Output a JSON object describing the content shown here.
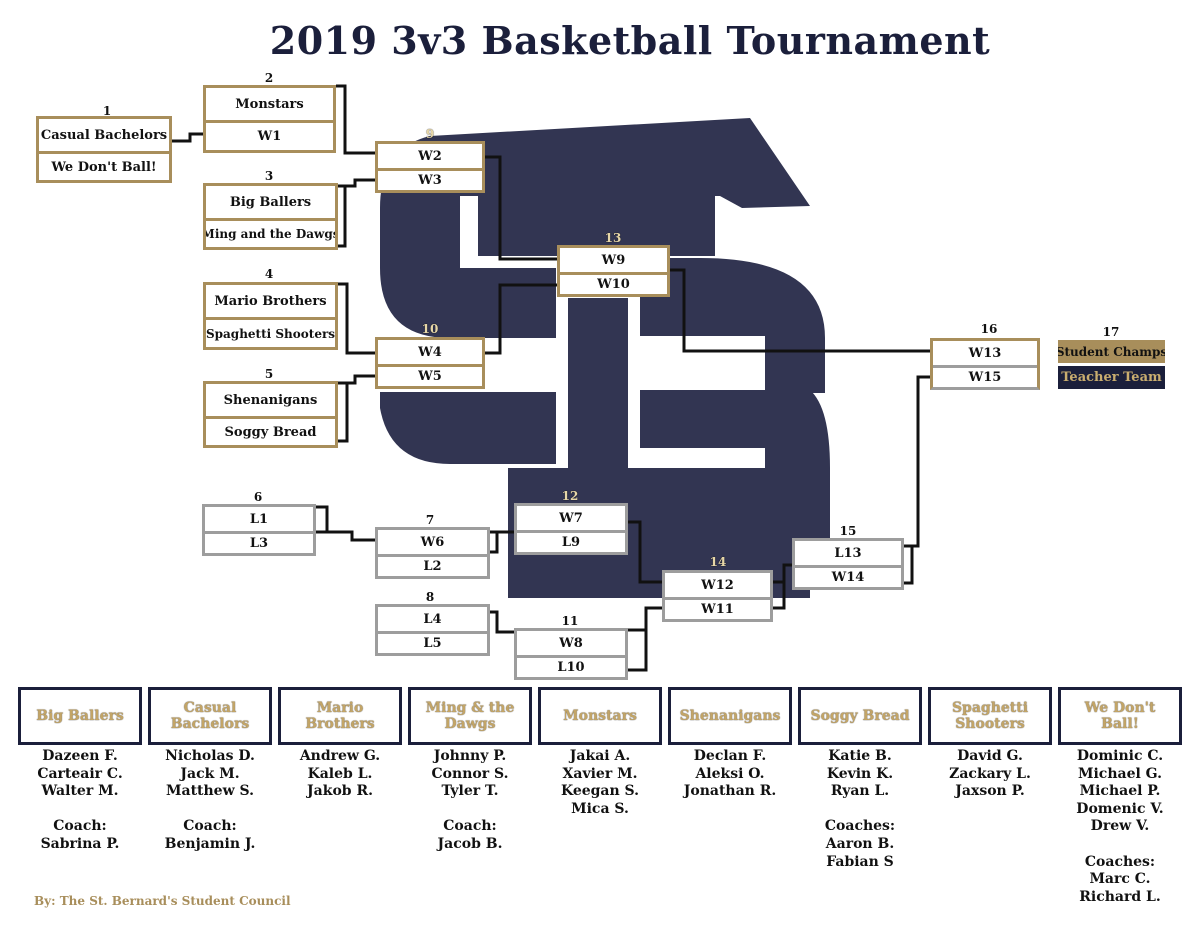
{
  "title": "2019 3v3 Basketball Tournament",
  "colors": {
    "navy": "#1b1f3b",
    "gold": "#a88e5b",
    "gray": "#9d9d9d",
    "logo": "#323552"
  },
  "matches": {
    "m1": {
      "number": "1",
      "top": "Casual Bachelors",
      "bottom": "We Don't Ball!"
    },
    "m2": {
      "number": "2",
      "top": "Monstars",
      "bottom": "W1"
    },
    "m3": {
      "number": "3",
      "top": "Big Ballers",
      "bottom": "Ming and the Dawgs"
    },
    "m4": {
      "number": "4",
      "top": "Mario Brothers",
      "bottom": "Spaghetti Shooters"
    },
    "m5": {
      "number": "5",
      "top": "Shenanigans",
      "bottom": "Soggy Bread"
    },
    "m6": {
      "number": "6",
      "top": "L1",
      "bottom": "L3"
    },
    "m7": {
      "number": "7",
      "top": "W6",
      "bottom": "L2"
    },
    "m8": {
      "number": "8",
      "top": "L4",
      "bottom": "L5"
    },
    "m9": {
      "number": "9",
      "top": "W2",
      "bottom": "W3"
    },
    "m10": {
      "number": "10",
      "top": "W4",
      "bottom": "W5"
    },
    "m11": {
      "number": "11",
      "top": "W8",
      "bottom": "L10"
    },
    "m12": {
      "number": "12",
      "top": "W7",
      "bottom": "L9"
    },
    "m13": {
      "number": "13",
      "top": "W9",
      "bottom": "W10"
    },
    "m14": {
      "number": "14",
      "top": "W12",
      "bottom": "W11"
    },
    "m15": {
      "number": "15",
      "top": "L13",
      "bottom": "W14"
    },
    "m16": {
      "number": "16",
      "top": "W13",
      "bottom": "W15"
    }
  },
  "final": {
    "number": "17",
    "student": "Student Champs",
    "teacher": "Teacher Team"
  },
  "teams": [
    {
      "name": "Big Ballers",
      "lines": [
        "Dazeen F.",
        "Carteair C.",
        "Walter M.",
        "",
        "Coach:",
        "Sabrina P."
      ]
    },
    {
      "name": "Casual Bachelors",
      "lines": [
        "Nicholas D.",
        "Jack M.",
        "Matthew S.",
        "",
        "Coach:",
        "Benjamin J."
      ]
    },
    {
      "name": "Mario Brothers",
      "lines": [
        "Andrew G.",
        "Kaleb L.",
        "Jakob R."
      ]
    },
    {
      "name": "Ming & the Dawgs",
      "lines": [
        "Johnny P.",
        "Connor S.",
        "Tyler T.",
        "",
        "Coach:",
        "Jacob B."
      ]
    },
    {
      "name": "Monstars",
      "lines": [
        "Jakai A.",
        "Xavier M.",
        "Keegan S.",
        "Mica S."
      ]
    },
    {
      "name": "Shenanigans",
      "lines": [
        "Declan F.",
        "Aleksi O.",
        "Jonathan R."
      ]
    },
    {
      "name": "Soggy Bread",
      "lines": [
        "Katie B.",
        "Kevin K.",
        "Ryan L.",
        "",
        "Coaches:",
        "Aaron B.",
        "Fabian S"
      ]
    },
    {
      "name": "Spaghetti Shooters",
      "lines": [
        "David G.",
        "Zackary L.",
        "Jaxson P."
      ]
    },
    {
      "name": "We Don't Ball!",
      "lines": [
        "Dominic C.",
        "Michael G.",
        "Michael P.",
        "Domenic V.",
        "Drew V.",
        "",
        "Coaches:",
        "Marc C.",
        "Richard L."
      ]
    }
  ],
  "credit": "By: The St. Bernard's Student Council"
}
